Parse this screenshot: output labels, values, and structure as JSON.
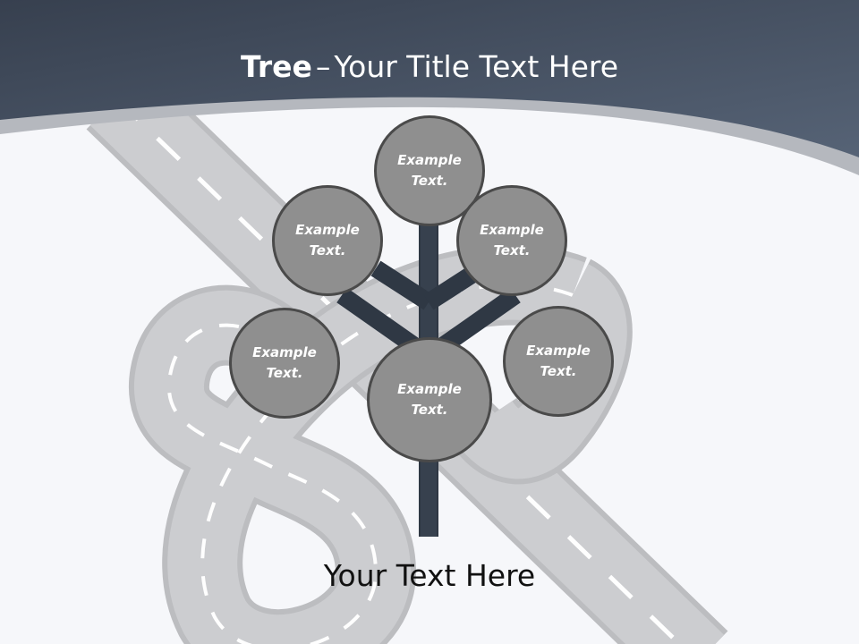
{
  "title": {
    "bold": "Tree",
    "separator": "–",
    "rest": "Your Title Text Here"
  },
  "nodes": [
    {
      "text": "Example\nText."
    },
    {
      "text": "Example\nText."
    },
    {
      "text": "Example\nText."
    },
    {
      "text": "Example\nText."
    },
    {
      "text": "Example\nText."
    },
    {
      "text": "Example\nText."
    }
  ],
  "caption": "Your Text Here",
  "colors": {
    "header": "#3b4556",
    "header_band": "#b5b8be",
    "background": "#f6f7fa",
    "road": "#c6c7ca",
    "road_marking": "#ffffff",
    "trunk": "#2f3844",
    "node_fill": "#8f8f8f",
    "node_border": "#4a4a4a"
  }
}
